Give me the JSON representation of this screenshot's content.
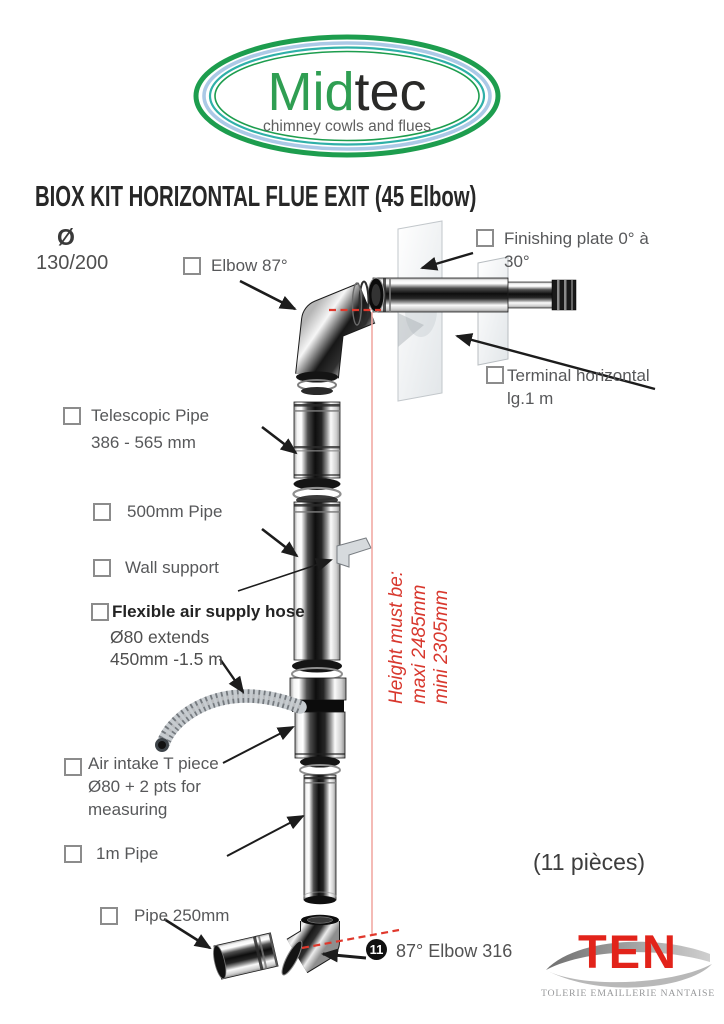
{
  "logo": {
    "brand_part1": "Mid",
    "brand_part2": "tec",
    "tagline": "chimney cowls and flues"
  },
  "title": "BIOX KIT HORIZONTAL FLUE EXIT (45 Elbow)",
  "diameter": {
    "symbol": "Ø",
    "value": "130/200"
  },
  "parts": {
    "elbow87": {
      "label": "Elbow 87°"
    },
    "finishing_plate": {
      "line1": "Finishing plate 0° à",
      "line2": "30°"
    },
    "terminal": {
      "line1": "Terminal horizontal",
      "line2": "lg.1 m"
    },
    "telescopic": {
      "line1": "Telescopic Pipe",
      "line2": "386 - 565 mm"
    },
    "pipe500": {
      "label": "500mm Pipe"
    },
    "wall_support": {
      "label": "Wall support"
    },
    "flex_hose": {
      "label": "Flexible air supply hose",
      "line1": "Ø80 extends",
      "line2": "450mm -1.5 m"
    },
    "air_intake": {
      "line1": "Air intake T piece",
      "line2": "Ø80 + 2 pts for",
      "line3": "measuring"
    },
    "pipe1m": {
      "label": "1m Pipe"
    },
    "pipe250": {
      "label": "Pipe 250mm"
    },
    "elbow316": {
      "badge": "11",
      "label": "87° Elbow 316"
    }
  },
  "height_note": {
    "line1": "Height must be:",
    "line2": "maxi 2485mm",
    "line3": "mini 2305mm"
  },
  "pieces_count": "(11 pièces)",
  "footer_logo": {
    "name": "TEN",
    "subtitle": "TOLERIE EMAILLERIE NANTAISE"
  },
  "colors": {
    "label_gray": "#57585a",
    "annotation_red": "#e0382c",
    "annotation_pale_red": "#f2aaa4",
    "ten_red": "#e2231a",
    "logo_ring_green": "#1d9d4e",
    "logo_ring_teal": "#2fb0a8",
    "logo_ring_light_blue": "#abc9e6",
    "brand_text_green": "#2f9e52",
    "brand_text_dark": "#2a2a28"
  }
}
